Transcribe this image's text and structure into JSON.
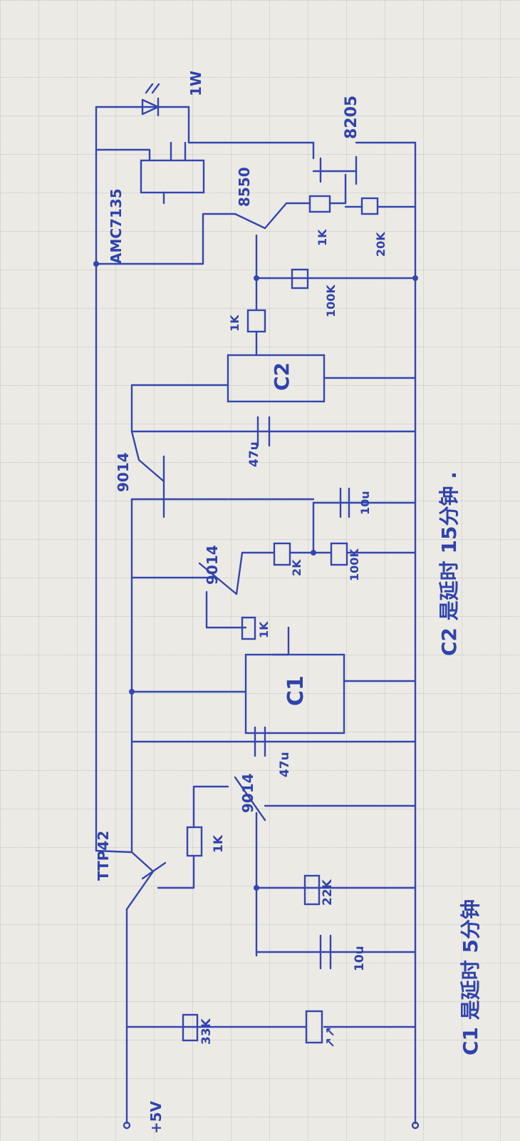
{
  "nodes": {
    "supply": "+5V",
    "sensor": "TTP42",
    "regulator": "AMC7135",
    "led": "1W",
    "mosfet": "8205",
    "pnp": "8550",
    "q_mid": "9014",
    "q_top": "9014",
    "q_left": "9014",
    "ic1": "C1",
    "ic2": "C2"
  },
  "labels": {
    "r_33k": "33K",
    "r_1k_a": "1K",
    "r_22k": "22K",
    "c_10u_a": "10u",
    "c_47u_a": "47u",
    "r_1k_b": "1K",
    "r_2k": "2K",
    "r_100k_a": "100K",
    "c_10u_b": "10u",
    "c_47u_b": "47u",
    "r_1k_c": "1K",
    "r_100k_b": "100K",
    "r_1k_d": "1K",
    "r_20k": "20K",
    "ldr": "↗↗"
  },
  "notes": {
    "line1": "C1 是延时 5分钟",
    "line2": "C2 是延时 15分钟 ."
  },
  "colors": {
    "ink": "#3346b0",
    "paper": "#eceae4"
  }
}
